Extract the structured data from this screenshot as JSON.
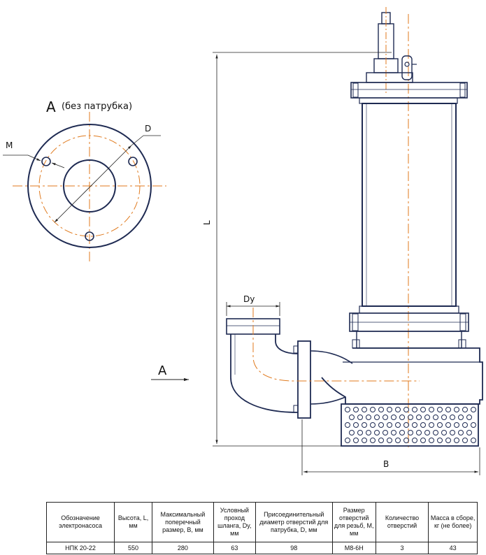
{
  "drawing": {
    "view_label": "A",
    "view_note": "(без патрубка)",
    "dim_D": "D",
    "dim_M": "M",
    "dim_L": "L",
    "dim_B": "B",
    "dim_Dy": "Dy",
    "arrow_label": "A"
  },
  "colors": {
    "outline": "#1e2a52",
    "centerline": "#e07a1e",
    "dimension": "#222222"
  },
  "table": {
    "headers": [
      "Обозначение электронасоса",
      "Высота, L, мм",
      "Максимальный поперечный размер, B, мм",
      "Условный проход шланга, Dy, мм",
      "Присоединительный диаметр отверстий для патрубка, D, мм",
      "Размер отверстий для резьб, M, мм",
      "Количество отверстий",
      "Масса в сборе, кг (не более)"
    ],
    "row": [
      "НПК 20-22",
      "550",
      "280",
      "63",
      "98",
      "M8-6H",
      "3",
      "43"
    ]
  }
}
